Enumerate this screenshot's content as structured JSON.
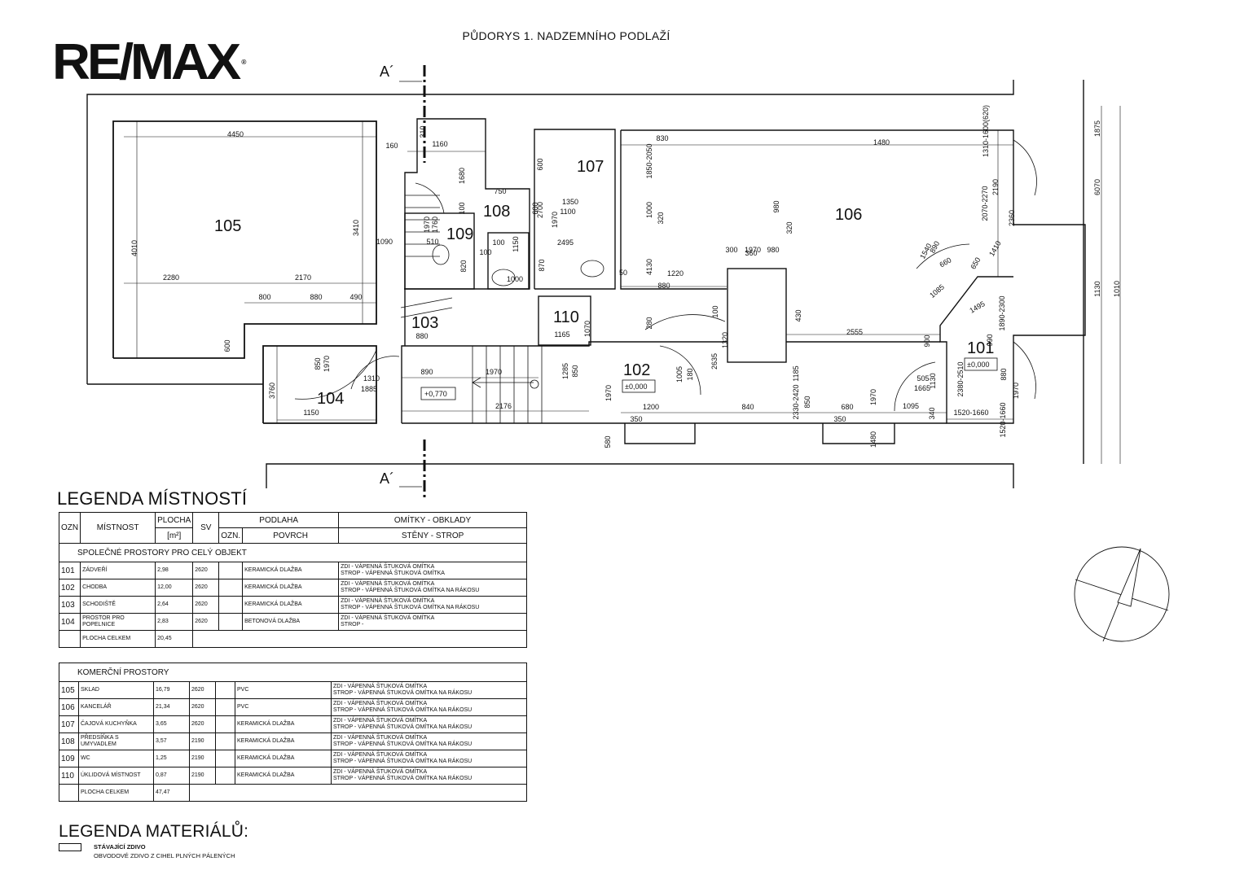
{
  "title": "PŮDORYS 1. NADZEMNÍHO PODLAŽÍ",
  "logo": "RE/MAX",
  "logo_reg": "®",
  "section_marks": [
    "A´",
    "A´"
  ],
  "rooms": [
    {
      "id": "105"
    },
    {
      "id": "107"
    },
    {
      "id": "108"
    },
    {
      "id": "109"
    },
    {
      "id": "106"
    },
    {
      "id": "103"
    },
    {
      "id": "110"
    },
    {
      "id": "102"
    },
    {
      "id": "101"
    },
    {
      "id": "104"
    }
  ],
  "levels": [
    "+0,770",
    "±0,000",
    "±0,000"
  ],
  "dimensions": [
    "4450",
    "4010",
    "3410",
    "2280",
    "2170",
    "800",
    "880",
    "490",
    "600",
    "310",
    "160",
    "1160",
    "1680",
    "750",
    "100",
    "600",
    "1970",
    "1760",
    "1150",
    "510",
    "1090",
    "820",
    "100",
    "100",
    "1000",
    "600",
    "2700",
    "1970",
    "1350",
    "1100",
    "2495",
    "870",
    "830",
    "1850-2050",
    "1000",
    "320",
    "4130",
    "50",
    "1480",
    "1310-1600(620)",
    "2190",
    "2360",
    "2070-2270",
    "980",
    "320",
    "360",
    "300",
    "1970",
    "980",
    "1540",
    "890",
    "660",
    "650",
    "1410",
    "1085",
    "1495",
    "1890-2300",
    "1220",
    "880",
    "100",
    "280",
    "1320",
    "2635",
    "430",
    "2555",
    "900",
    "990",
    "880",
    "1165",
    "1070",
    "890",
    "1970",
    "1285",
    "850",
    "1970",
    "1005",
    "180",
    "2330-2420",
    "1185",
    "850",
    "1970",
    "505",
    "1665",
    "1130",
    "2380-2510",
    "880",
    "1970",
    "850",
    "1970",
    "1310",
    "1885",
    "3760",
    "1150",
    "2176",
    "1200",
    "840",
    "680",
    "1095",
    "340",
    "1520-1660",
    "1520-1660",
    "350",
    "350",
    "580",
    "1480",
    "1875",
    "6070",
    "1130",
    "1010"
  ],
  "legend_rooms": {
    "title": "LEGENDA MÍSTNOSTÍ",
    "headers": {
      "ozn": "OZN",
      "mistnost": "MÍSTNOST",
      "plocha": "PLOCHA",
      "plocha_unit": "[m²]",
      "sv": "SV",
      "podlaha": "PODLAHA",
      "podlaha_ozn": "OZN.",
      "podlaha_povrch": "POVRCH",
      "omitky": "OMÍTKY - OBKLADY",
      "omitky_sub": "STĚNY - STROP"
    },
    "group1": {
      "name": "SPOLEČNÉ PROSTORY PRO CELÝ OBJEKT",
      "rows": [
        {
          "ozn": "101",
          "name": "ZÁDVEŘÍ",
          "area": "2,98",
          "sv": "2620",
          "povrch": "KERAMICKÁ DLAŽBA",
          "steny": "ZDI - VÁPENNÁ ŠTUKOVÁ OMÍTKA",
          "strop": "STROP - VÁPENNÁ ŠTUKOVÁ OMÍTKA"
        },
        {
          "ozn": "102",
          "name": "CHODBA",
          "area": "12,00",
          "sv": "2620",
          "povrch": "KERAMICKÁ DLAŽBA",
          "steny": "ZDI - VÁPENNÁ ŠTUKOVÁ OMÍTKA",
          "strop": "STROP - VÁPENNÁ ŠTUKOVÁ OMÍTKA NA RÁKOSU"
        },
        {
          "ozn": "103",
          "name": "SCHODIŠTĚ",
          "area": "2,64",
          "sv": "2620",
          "povrch": "KERAMICKÁ DLAŽBA",
          "steny": "ZDI - VÁPENNÁ ŠTUKOVÁ OMÍTKA",
          "strop": "STROP - VÁPENNÁ ŠTUKOVÁ OMÍTKA NA RÁKOSU"
        },
        {
          "ozn": "104",
          "name": "PROSTOR PRO POPELNICE",
          "area": "2,83",
          "sv": "2620",
          "povrch": "BETONOVÁ DLAŽBA",
          "steny": "ZDI - VÁPENNÁ ŠTUKOVÁ OMÍTKA",
          "strop": "STROP -"
        }
      ],
      "total_label": "PLOCHA CELKEM",
      "total": "20,45"
    },
    "group2": {
      "name": "KOMERČNÍ PROSTORY",
      "rows": [
        {
          "ozn": "105",
          "name": "SKLAD",
          "area": "16,79",
          "sv": "2620",
          "povrch": "PVC",
          "steny": "ZDI - VÁPENNÁ ŠTUKOVÁ OMÍTKA",
          "strop": "STROP - VÁPENNÁ ŠTUKOVÁ OMÍTKA NA RÁKOSU"
        },
        {
          "ozn": "106",
          "name": "KANCELÁŘ",
          "area": "21,34",
          "sv": "2620",
          "povrch": "PVC",
          "steny": "ZDI - VÁPENNÁ ŠTUKOVÁ OMÍTKA",
          "strop": "STROP - VÁPENNÁ ŠTUKOVÁ OMÍTKA NA RÁKOSU"
        },
        {
          "ozn": "107",
          "name": "ČAJOVÁ KUCHYŇKA",
          "area": "3,65",
          "sv": "2620",
          "povrch": "KERAMICKÁ DLAŽBA",
          "steny": "ZDI - VÁPENNÁ ŠTUKOVÁ OMÍTKA",
          "strop": "STROP - VÁPENNÁ ŠTUKOVÁ OMÍTKA NA RÁKOSU"
        },
        {
          "ozn": "108",
          "name": "PŘEDSÍŇKA S UMYVADLEM",
          "area": "3,57",
          "sv": "2190",
          "povrch": "KERAMICKÁ DLAŽBA",
          "steny": "ZDI - VÁPENNÁ ŠTUKOVÁ OMÍTKA",
          "strop": "STROP - VÁPENNÁ ŠTUKOVÁ OMÍTKA NA RÁKOSU"
        },
        {
          "ozn": "109",
          "name": "WC",
          "area": "1,25",
          "sv": "2190",
          "povrch": "KERAMICKÁ DLAŽBA",
          "steny": "ZDI - VÁPENNÁ ŠTUKOVÁ OMÍTKA",
          "strop": "STROP - VÁPENNÁ ŠTUKOVÁ OMÍTKA NA RÁKOSU"
        },
        {
          "ozn": "110",
          "name": "ÚKLIDOVÁ MÍSTNOST",
          "area": "0,87",
          "sv": "2190",
          "povrch": "KERAMICKÁ DLAŽBA",
          "steny": "ZDI - VÁPENNÁ ŠTUKOVÁ OMÍTKA",
          "strop": "STROP - VÁPENNÁ ŠTUKOVÁ OMÍTKA NA RÁKOSU"
        }
      ],
      "total_label": "PLOCHA CELKEM",
      "total": "47,47"
    }
  },
  "legend_materials": {
    "title": "LEGENDA MATERIÁLŮ:",
    "item_label": "STÁVAJÍCÍ ZDIVO",
    "item_desc": "OBVODOVÉ ZDIVO Z CIHEL PLNÝCH PÁLENÝCH"
  }
}
